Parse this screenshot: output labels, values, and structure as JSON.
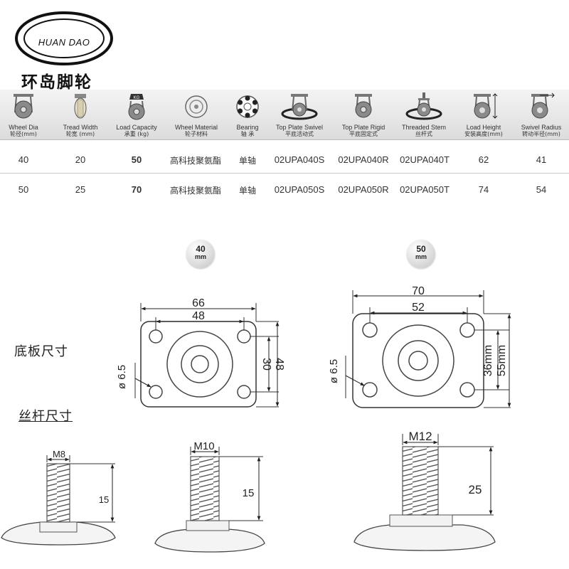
{
  "logo": {
    "brand_en": "HUAN DAO",
    "brand_cn": "环岛脚轮"
  },
  "table": {
    "headers": [
      {
        "en": "Wheel Dia",
        "cn": "轮径(mm)",
        "icon": "wheel-front-icon"
      },
      {
        "en": "Tread Width",
        "cn": "轮宽 (mm)",
        "icon": "wheel-side-icon"
      },
      {
        "en": "Load Capacity",
        "cn": "承重 (kg)",
        "icon": "load-weight-icon"
      },
      {
        "en": "Wheel Material",
        "cn": "轮子材料",
        "icon": "wheel-material-icon"
      },
      {
        "en": "Bearing",
        "cn": "轴 承",
        "icon": "bearing-icon"
      },
      {
        "en": "Top Plate Swivel",
        "cn": "平底活动式",
        "icon": "swivel-caster-icon"
      },
      {
        "en": "Top Plate Rigid",
        "cn": "平底固定式",
        "icon": "rigid-caster-icon"
      },
      {
        "en": "Threaded Stem",
        "cn": "丝杆式",
        "icon": "threaded-stem-caster-icon"
      },
      {
        "en": "Load Height",
        "cn": "安装高度(mm)",
        "icon": "load-height-icon"
      },
      {
        "en": "Swivel Radius",
        "cn": "转动半径(mm)",
        "icon": "swivel-radius-icon"
      }
    ],
    "rows": [
      [
        "40",
        "20",
        "50",
        "高科技聚氨酯",
        "单轴",
        "02UPA040S",
        "02UPA040R",
        "02UPA040T",
        "62",
        "41"
      ],
      [
        "50",
        "25",
        "70",
        "高科技聚氨酯",
        "单轴",
        "02UPA050S",
        "02UPA050R",
        "02UPA050T",
        "74",
        "54"
      ]
    ]
  },
  "badges": [
    {
      "size": "40",
      "unit": "mm"
    },
    {
      "size": "50",
      "unit": "mm"
    }
  ],
  "labels": {
    "plate_size": "底板尺寸",
    "stem_size": "丝杆尺寸"
  },
  "plate_40": {
    "outer_width": "66",
    "hole_width": "48",
    "outer_height": "48",
    "hole_height": "30",
    "hole_dia": "ø 6.5"
  },
  "plate_50": {
    "outer_width": "70",
    "hole_width": "52",
    "outer_height": "55mm",
    "hole_height": "36mm",
    "hole_dia": "ø 6.5"
  },
  "stems": [
    {
      "thread": "M8",
      "length": "15"
    },
    {
      "thread": "M10",
      "length": "15"
    },
    {
      "thread": "M12",
      "length": "25"
    }
  ]
}
